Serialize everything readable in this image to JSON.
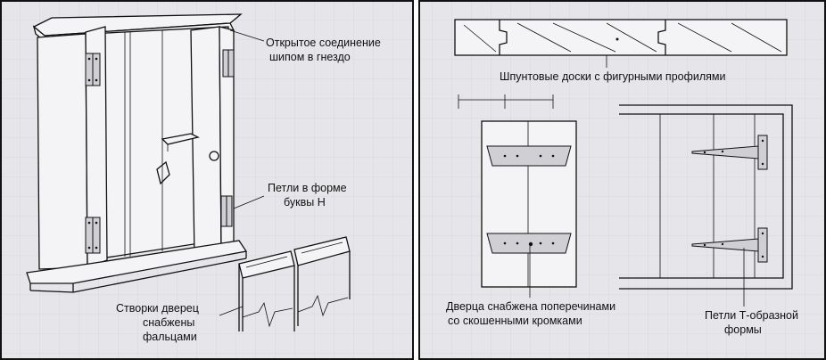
{
  "left_panel": {
    "labels": {
      "tenon_joint": [
        "Открытое соединение",
        "шипом в гнездо"
      ],
      "h_hinges": [
        "Петли в форме",
        "буквы Н"
      ],
      "rebated_doors": [
        "Створки дверец",
        "снабжены",
        "фальцами"
      ]
    }
  },
  "right_panel": {
    "labels": {
      "tongue_groove": [
        "Шпунтовые доски с фигурными профилями"
      ],
      "ledged_door": [
        "Дверца снабжена поперечинами",
        "со скошенными кромками"
      ],
      "t_hinges": [
        "Петли Т-образной",
        "формы"
      ]
    }
  },
  "colors": {
    "background": "#e6e6ea",
    "line": "#111111",
    "grid": "#c9c9d2"
  }
}
